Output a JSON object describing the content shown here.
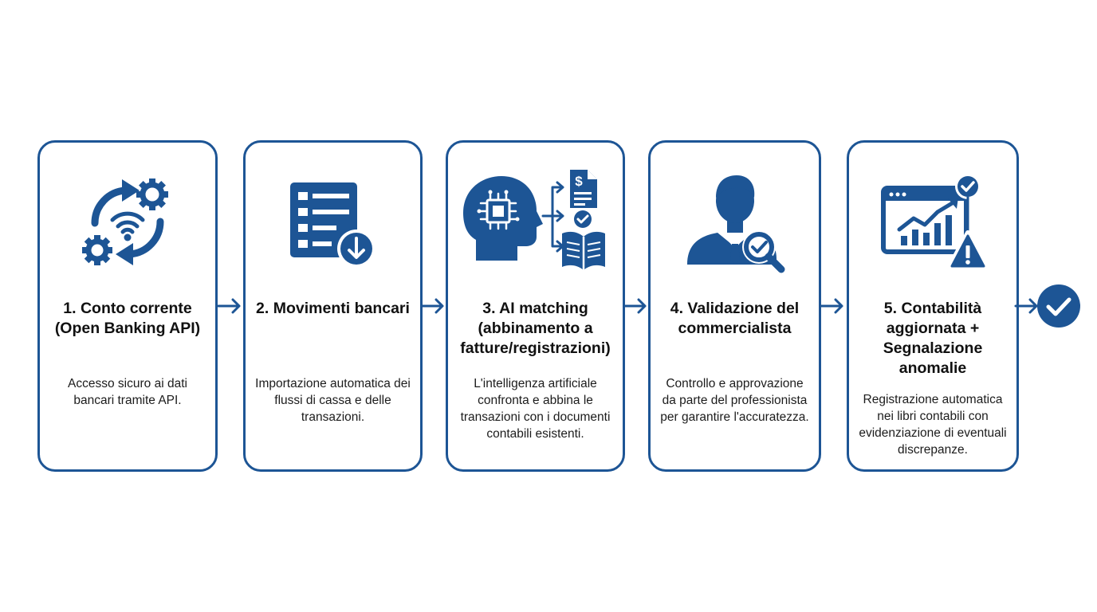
{
  "colors": {
    "primary": "#1d5595",
    "text": "#111111",
    "background": "#ffffff"
  },
  "steps": [
    {
      "icon": "sync-gears-wifi-icon",
      "title": "1. Conto corrente (Open Banking API)",
      "description": "Accesso sicuro ai dati bancari tramite API."
    },
    {
      "icon": "list-download-icon",
      "title": "2. Movimenti bancari",
      "description": "Importazione automatica dei flussi di cassa e delle transazioni."
    },
    {
      "icon": "ai-brain-matching-icon",
      "title": "3. AI matching (abbinamento a fatture/registrazioni)",
      "description": "L'intelligenza artificiale confronta e abbina le transazioni con i documenti contabili esistenti."
    },
    {
      "icon": "accountant-magnifier-icon",
      "title": "4. Validazione del commercialista",
      "description": "Controllo e approvazione da parte del professionista per garantire l'accuratezza."
    },
    {
      "icon": "dashboard-growth-alert-icon",
      "title": "5. Contabilità aggiornata + Segnalazione anomalie",
      "description": "Registrazione automatica nei libri contabili con evidenziazione di eventuali discrepanze."
    }
  ],
  "final": {
    "icon": "check-circle-icon"
  }
}
